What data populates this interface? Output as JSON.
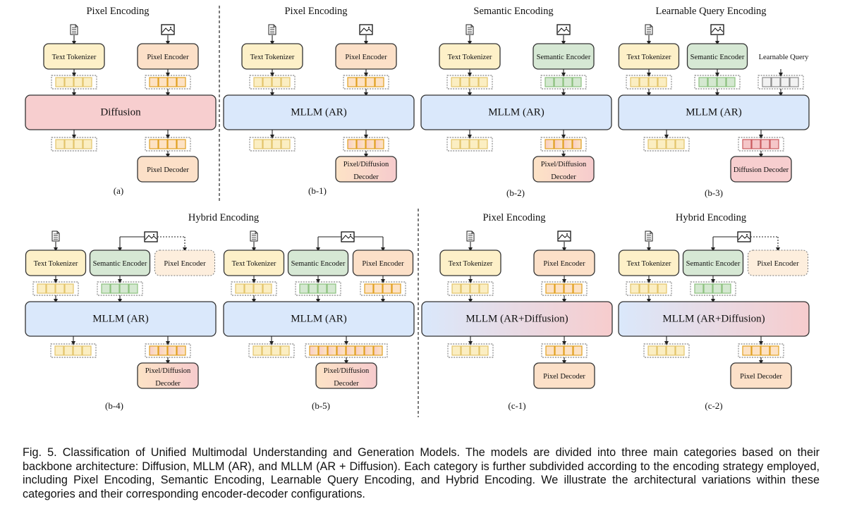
{
  "figure": {
    "caption": "Fig. 5. Classification of Unified Multimodal Understanding and Generation Models. The models are divided into three main categories based on their backbone architecture: Diffusion, MLLM (AR), and MLLM (AR + Diffusion). Each category is further subdivided according to the encoding strategy employed, including Pixel Encoding, Semantic Encoding, Learnable Query Encoding, and Hybrid Encoding. We illustrate the architectural variations within these categories and their corresponding encoder-decoder configurations.",
    "colors": {
      "text_block": "#fdf0c8",
      "pixel_block": "#fce0c8",
      "semantic_block": "#d6e8d4",
      "diffusion_block": "#f7cecf",
      "mllm_block": "#dae8fb",
      "text_token": "#fbeec2",
      "text_token_border": "#e3c46a",
      "pixel_token": "#fde2c4",
      "pixel_token_border": "#e0a020",
      "semantic_token": "#d4e8d0",
      "semantic_token_border": "#8cc07e",
      "query_token": "#f2f2f2",
      "query_token_border": "#8a8a8a",
      "diffusion_token": "#f5c6c8",
      "diffusion_token_border": "#c85a5e"
    },
    "labels": {
      "text_tokenizer": "Text Tokenizer",
      "pixel_encoder": "Pixel Encoder",
      "semantic_encoder": "Semantic Encoder",
      "learnable_query": "Learnable Query",
      "pixel_decoder": "Pixel Decoder",
      "pixel_diffusion_decoder_1": "Pixel/Diffusion",
      "pixel_diffusion_decoder_2": "Decoder",
      "diffusion_decoder": "Diffusion Decoder"
    },
    "panels": [
      {
        "id": "a",
        "title": "Pixel Encoding",
        "backbone": "Diffusion",
        "backbone_kind": "diffusion",
        "encoders": [
          "text",
          "pixel"
        ],
        "out_token": "pixel",
        "decoder": "pixel",
        "caption": "(a)"
      },
      {
        "id": "b-1",
        "title": "Pixel Encoding",
        "backbone": "MLLM (AR)",
        "backbone_kind": "mllm",
        "encoders": [
          "text",
          "pixel"
        ],
        "out_token": "mixed",
        "decoder": "pixdiff",
        "caption": "(b-1)"
      },
      {
        "id": "b-2",
        "title": "Semantic Encoding",
        "backbone": "MLLM (AR)",
        "backbone_kind": "mllm",
        "encoders": [
          "text",
          "semantic"
        ],
        "out_token": "mixed",
        "decoder": "pixdiff",
        "caption": "(b-2)"
      },
      {
        "id": "b-3",
        "title": "Learnable Query Encoding",
        "backbone": "MLLM (AR)",
        "backbone_kind": "mllm",
        "encoders": [
          "text",
          "semantic",
          "query"
        ],
        "out_token": "diffusion",
        "decoder": "diffusion",
        "caption": "(b-3)"
      },
      {
        "id": "b-4",
        "title": "Hybrid Encoding",
        "backbone": "MLLM (AR)",
        "backbone_kind": "mllm",
        "encoders": [
          "text",
          "semantic",
          "pixel-dashed"
        ],
        "out_token": "mixed",
        "decoder": "pixdiff",
        "caption": "(b-4)"
      },
      {
        "id": "b-5",
        "title": "",
        "backbone": "MLLM (AR)",
        "backbone_kind": "mllm",
        "encoders": [
          "text",
          "semantic",
          "pixel"
        ],
        "out_token": "mixed-long",
        "decoder": "pixdiff",
        "caption": "(b-5)"
      },
      {
        "id": "c-1",
        "title": "Pixel Encoding",
        "backbone": "MLLM (AR+Diffusion)",
        "backbone_kind": "hybrid",
        "encoders": [
          "text",
          "pixel"
        ],
        "out_token": "pixel",
        "decoder": "pixel",
        "caption": "(c-1)"
      },
      {
        "id": "c-2",
        "title": "Hybrid Encoding",
        "backbone": "MLLM (AR+Diffusion)",
        "backbone_kind": "hybrid",
        "encoders": [
          "text",
          "semantic",
          "pixel-dashed"
        ],
        "out_token": "pixel",
        "decoder": "pixel",
        "caption": "(c-2)"
      }
    ],
    "shared_titles": {
      "hybrid_b": "Hybrid Encoding"
    }
  }
}
